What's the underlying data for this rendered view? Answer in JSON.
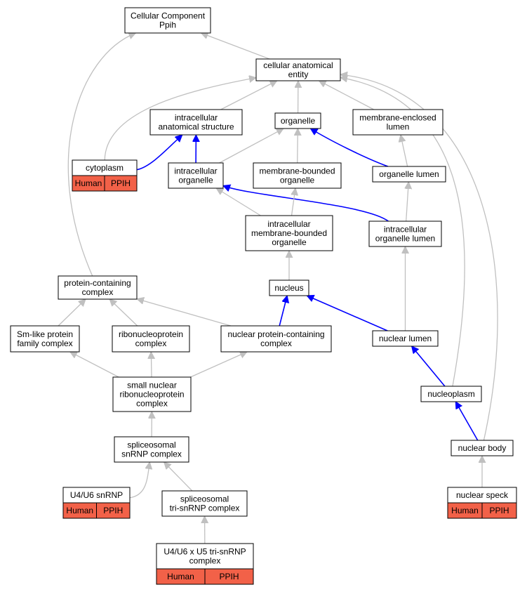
{
  "colors": {
    "annotation_fill": "#f26148",
    "edge_default": "#c0c0c0",
    "edge_highlight": "#0000ff"
  },
  "nodes": {
    "cc_ppih": {
      "lines": [
        "Cellular Component",
        "Ppih"
      ]
    },
    "cae": {
      "lines": [
        "cellular anatomical",
        "entity"
      ]
    },
    "ias": {
      "lines": [
        "intracellular",
        "anatomical structure"
      ]
    },
    "organelle": {
      "lines": [
        "organelle"
      ]
    },
    "mel": {
      "lines": [
        "membrane-enclosed",
        "lumen"
      ]
    },
    "cytoplasm": {
      "lines": [
        "cytoplasm"
      ],
      "tags": [
        "Human",
        "PPIH"
      ]
    },
    "io": {
      "lines": [
        "intracellular",
        "organelle"
      ]
    },
    "mbo": {
      "lines": [
        "membrane-bounded",
        "organelle"
      ]
    },
    "ol": {
      "lines": [
        "organelle lumen"
      ]
    },
    "imbo": {
      "lines": [
        "intracellular",
        "membrane-bounded",
        "organelle"
      ]
    },
    "iol": {
      "lines": [
        "intracellular",
        "organelle lumen"
      ]
    },
    "pcc": {
      "lines": [
        "protein-containing",
        "complex"
      ]
    },
    "nucleus": {
      "lines": [
        "nucleus"
      ]
    },
    "smlp": {
      "lines": [
        "Sm-like protein",
        "family complex"
      ]
    },
    "rnp": {
      "lines": [
        "ribonucleoprotein",
        "complex"
      ]
    },
    "npcc": {
      "lines": [
        "nuclear protein-containing",
        "complex"
      ]
    },
    "nl": {
      "lines": [
        "nuclear lumen"
      ]
    },
    "snrnp": {
      "lines": [
        "small nuclear",
        "ribonucleoprotein",
        "complex"
      ]
    },
    "nucleoplasm": {
      "lines": [
        "nucleoplasm"
      ]
    },
    "spl": {
      "lines": [
        "spliceosomal",
        "snRNP complex"
      ]
    },
    "nb": {
      "lines": [
        "nuclear body"
      ]
    },
    "u4u6": {
      "lines": [
        "U4/U6 snRNP"
      ],
      "tags": [
        "Human",
        "PPIH"
      ]
    },
    "tri": {
      "lines": [
        "spliceosomal",
        "tri-snRNP complex"
      ]
    },
    "speck": {
      "lines": [
        "nuclear speck"
      ],
      "tags": [
        "Human",
        "PPIH"
      ]
    },
    "u4u6u5": {
      "lines": [
        "U4/U6 x U5 tri-snRNP",
        "complex"
      ],
      "tags": [
        "Human",
        "PPIH"
      ]
    }
  },
  "edges": [
    {
      "from": "cae",
      "to": "cc_ppih",
      "highlight": false
    },
    {
      "from": "pcc",
      "to": "cc_ppih",
      "highlight": false
    },
    {
      "from": "ias",
      "to": "cae",
      "highlight": false
    },
    {
      "from": "organelle",
      "to": "cae",
      "highlight": false
    },
    {
      "from": "mel",
      "to": "cae",
      "highlight": false
    },
    {
      "from": "cytoplasm",
      "to": "cae",
      "highlight": false
    },
    {
      "from": "nucleoplasm",
      "to": "cae",
      "highlight": false
    },
    {
      "from": "nb",
      "to": "cae",
      "highlight": false
    },
    {
      "from": "cytoplasm",
      "to": "ias",
      "highlight": true
    },
    {
      "from": "io",
      "to": "ias",
      "highlight": true
    },
    {
      "from": "io",
      "to": "organelle",
      "highlight": false
    },
    {
      "from": "mbo",
      "to": "organelle",
      "highlight": false
    },
    {
      "from": "ol",
      "to": "organelle",
      "highlight": true
    },
    {
      "from": "ol",
      "to": "mel",
      "highlight": false
    },
    {
      "from": "imbo",
      "to": "io",
      "highlight": false
    },
    {
      "from": "iol",
      "to": "io",
      "highlight": true
    },
    {
      "from": "imbo",
      "to": "mbo",
      "highlight": false
    },
    {
      "from": "iol",
      "to": "ol",
      "highlight": false
    },
    {
      "from": "nucleus",
      "to": "imbo",
      "highlight": false
    },
    {
      "from": "nl",
      "to": "iol",
      "highlight": false
    },
    {
      "from": "smlp",
      "to": "pcc",
      "highlight": false
    },
    {
      "from": "rnp",
      "to": "pcc",
      "highlight": false
    },
    {
      "from": "npcc",
      "to": "pcc",
      "highlight": false
    },
    {
      "from": "npcc",
      "to": "nucleus",
      "highlight": true
    },
    {
      "from": "nl",
      "to": "nucleus",
      "highlight": true
    },
    {
      "from": "snrnp",
      "to": "smlp",
      "highlight": false
    },
    {
      "from": "snrnp",
      "to": "rnp",
      "highlight": false
    },
    {
      "from": "snrnp",
      "to": "npcc",
      "highlight": false
    },
    {
      "from": "nucleoplasm",
      "to": "nl",
      "highlight": true
    },
    {
      "from": "spl",
      "to": "snrnp",
      "highlight": false
    },
    {
      "from": "nb",
      "to": "nucleoplasm",
      "highlight": true
    },
    {
      "from": "u4u6",
      "to": "spl",
      "highlight": false
    },
    {
      "from": "tri",
      "to": "spl",
      "highlight": false
    },
    {
      "from": "speck",
      "to": "nb",
      "highlight": false
    },
    {
      "from": "u4u6u5",
      "to": "tri",
      "highlight": false
    }
  ]
}
